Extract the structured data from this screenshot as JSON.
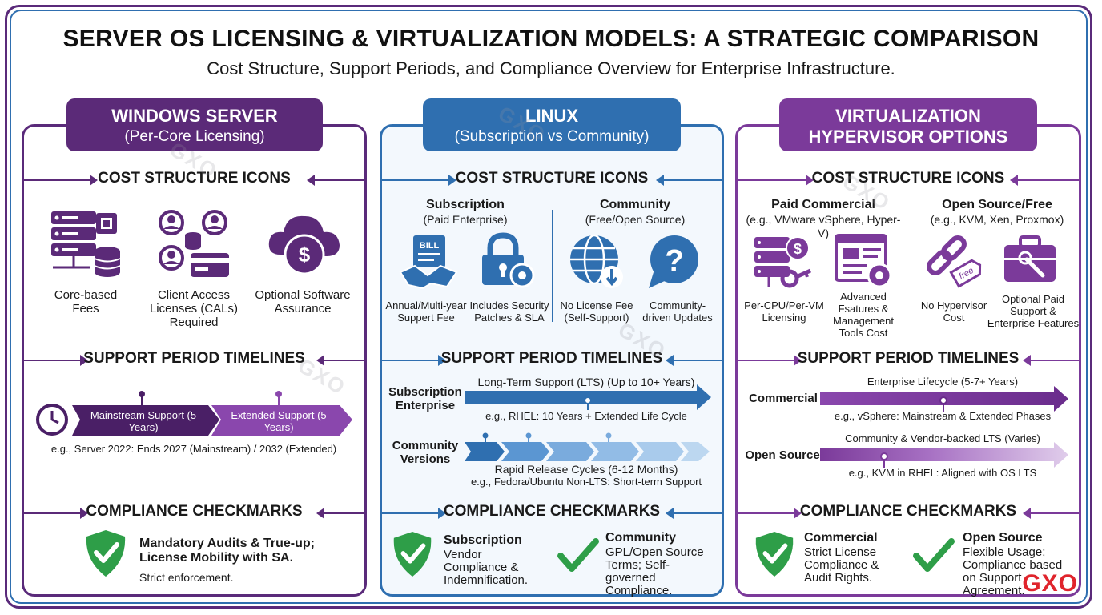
{
  "title": "SERVER OS LICENSING & VIRTUALIZATION MODELS: A STRATEGIC COMPARISON",
  "subtitle": "Cost Structure, Support Periods, and Compliance Overview for Enterprise Infrastructure.",
  "colors": {
    "windows": "#5b2a78",
    "linux": "#2f6fb0",
    "virtualization": "#7b3a9a",
    "check_green": "#2e9e48",
    "brand_red": "#e0242c"
  },
  "watermark": "GXO",
  "columns": {
    "windows": {
      "heading_line1": "WINDOWS SERVER",
      "heading_line2": "(Per-Core Licensing)",
      "cost_title": "COST STRUCTURE ICONS",
      "cost_items": [
        {
          "icon": "server-chip-icon",
          "label": "Core-based Fees"
        },
        {
          "icon": "users-card-icon",
          "label": "Client Access Licenses (CALs) Required"
        },
        {
          "icon": "cloud-dollar-icon",
          "label": "Optional Software Assurance"
        }
      ],
      "support_title": "SUPPORT PERIOD TIMELINES",
      "timeline": {
        "phase1": "Mainstream Support (5 Years)",
        "phase2": "Extended Support (5 Years)",
        "example": "e.g., Server 2022: Ends 2027 (Mainstream) / 2032 (Extended)"
      },
      "compliance_title": "COMPLIANCE CHECKMARKS",
      "compliance": {
        "main": "Mandatory Audits & True-up; License Mobility with SA.",
        "sub": "Strict enforcement."
      }
    },
    "linux": {
      "heading_line1": "LINUX",
      "heading_line2": "(Subscription vs Community)",
      "cost_title": "COST STRUCTURE ICONS",
      "groups": [
        {
          "title": "Subscription",
          "subtitle": "(Paid Enterprise)"
        },
        {
          "title": "Community",
          "subtitle": "(Free/Open Source)"
        }
      ],
      "cost_items": [
        {
          "icon": "bill-handshake-icon",
          "label": "Annual/Multi-year Suppert Fee",
          "badge": "BILL"
        },
        {
          "icon": "lock-gear-icon",
          "label": "Includes Security Patches & SLA"
        },
        {
          "icon": "globe-download-icon",
          "label": "No License Fee (Self-Support)"
        },
        {
          "icon": "question-bubble-icon",
          "label": "Community-driven Updates"
        }
      ],
      "support_title": "SUPPORT PERIOD TIMELINES",
      "timelines": [
        {
          "label": "Subscription Enterprise",
          "bar": "Long-Term Support (LTS) (Up to 10+ Years)",
          "example": "e.g., RHEL: 10 Years + Extended Life Cycle"
        },
        {
          "label": "Community Versions",
          "bar": "Rapid Release Cycles (6-12 Months)",
          "example": "e.g., Fedora/Ubuntu Non-LTS: Short-term Support"
        }
      ],
      "compliance_title": "COMPLIANCE CHECKMARKS",
      "compliance": [
        {
          "title": "Subscription",
          "text": "Vendor Compliance & Indemnification."
        },
        {
          "title": "Community",
          "text": "GPL/Open Source Terms; Self-governed Compliance."
        }
      ]
    },
    "virtualization": {
      "heading_line1": "VIRTUALIZATION",
      "heading_line2": "HYPERVISOR OPTIONS",
      "cost_title": "COST STRUCTURE ICONS",
      "groups": [
        {
          "title": "Paid Commercial",
          "subtitle": "(e.g., VMware vSphere, Hyper-V)"
        },
        {
          "title": "Open Source/Free",
          "subtitle": "(e.g., KVM, Xen, Proxmox)"
        }
      ],
      "cost_items": [
        {
          "icon": "server-dollar-key-icon",
          "label": "Per-CPU/Per-VM Licensing"
        },
        {
          "icon": "window-gear-icon",
          "label": "Advanced Fsatures & Management Tools Cost"
        },
        {
          "icon": "broken-link-tag-icon",
          "label": "No Hypervisor Cost",
          "badge": "free"
        },
        {
          "icon": "toolbox-icon",
          "label": "Optional Paid Support & Enterprise Features"
        }
      ],
      "support_title": "SUPPORT PERIOD TIMELINES",
      "timelines": [
        {
          "label": "Commercial",
          "bar": "Enterprise Lifecycle (5-7+ Years)",
          "example": "e.g., vSphere: Mainstream & Extended Phases"
        },
        {
          "label": "Open Source",
          "bar": "Community & Vendor-backed LTS (Varies)",
          "example": "e.g., KVM in RHEL: Aligned with OS LTS"
        }
      ],
      "compliance_title": "COMPLIANCE CHECKMARKS",
      "compliance": [
        {
          "title": "Commercial",
          "text": "Strict License Compliance & Audit Rights."
        },
        {
          "title": "Open Source",
          "text": "Flexible Usage; Compliance based on Support Agreement."
        }
      ]
    }
  }
}
